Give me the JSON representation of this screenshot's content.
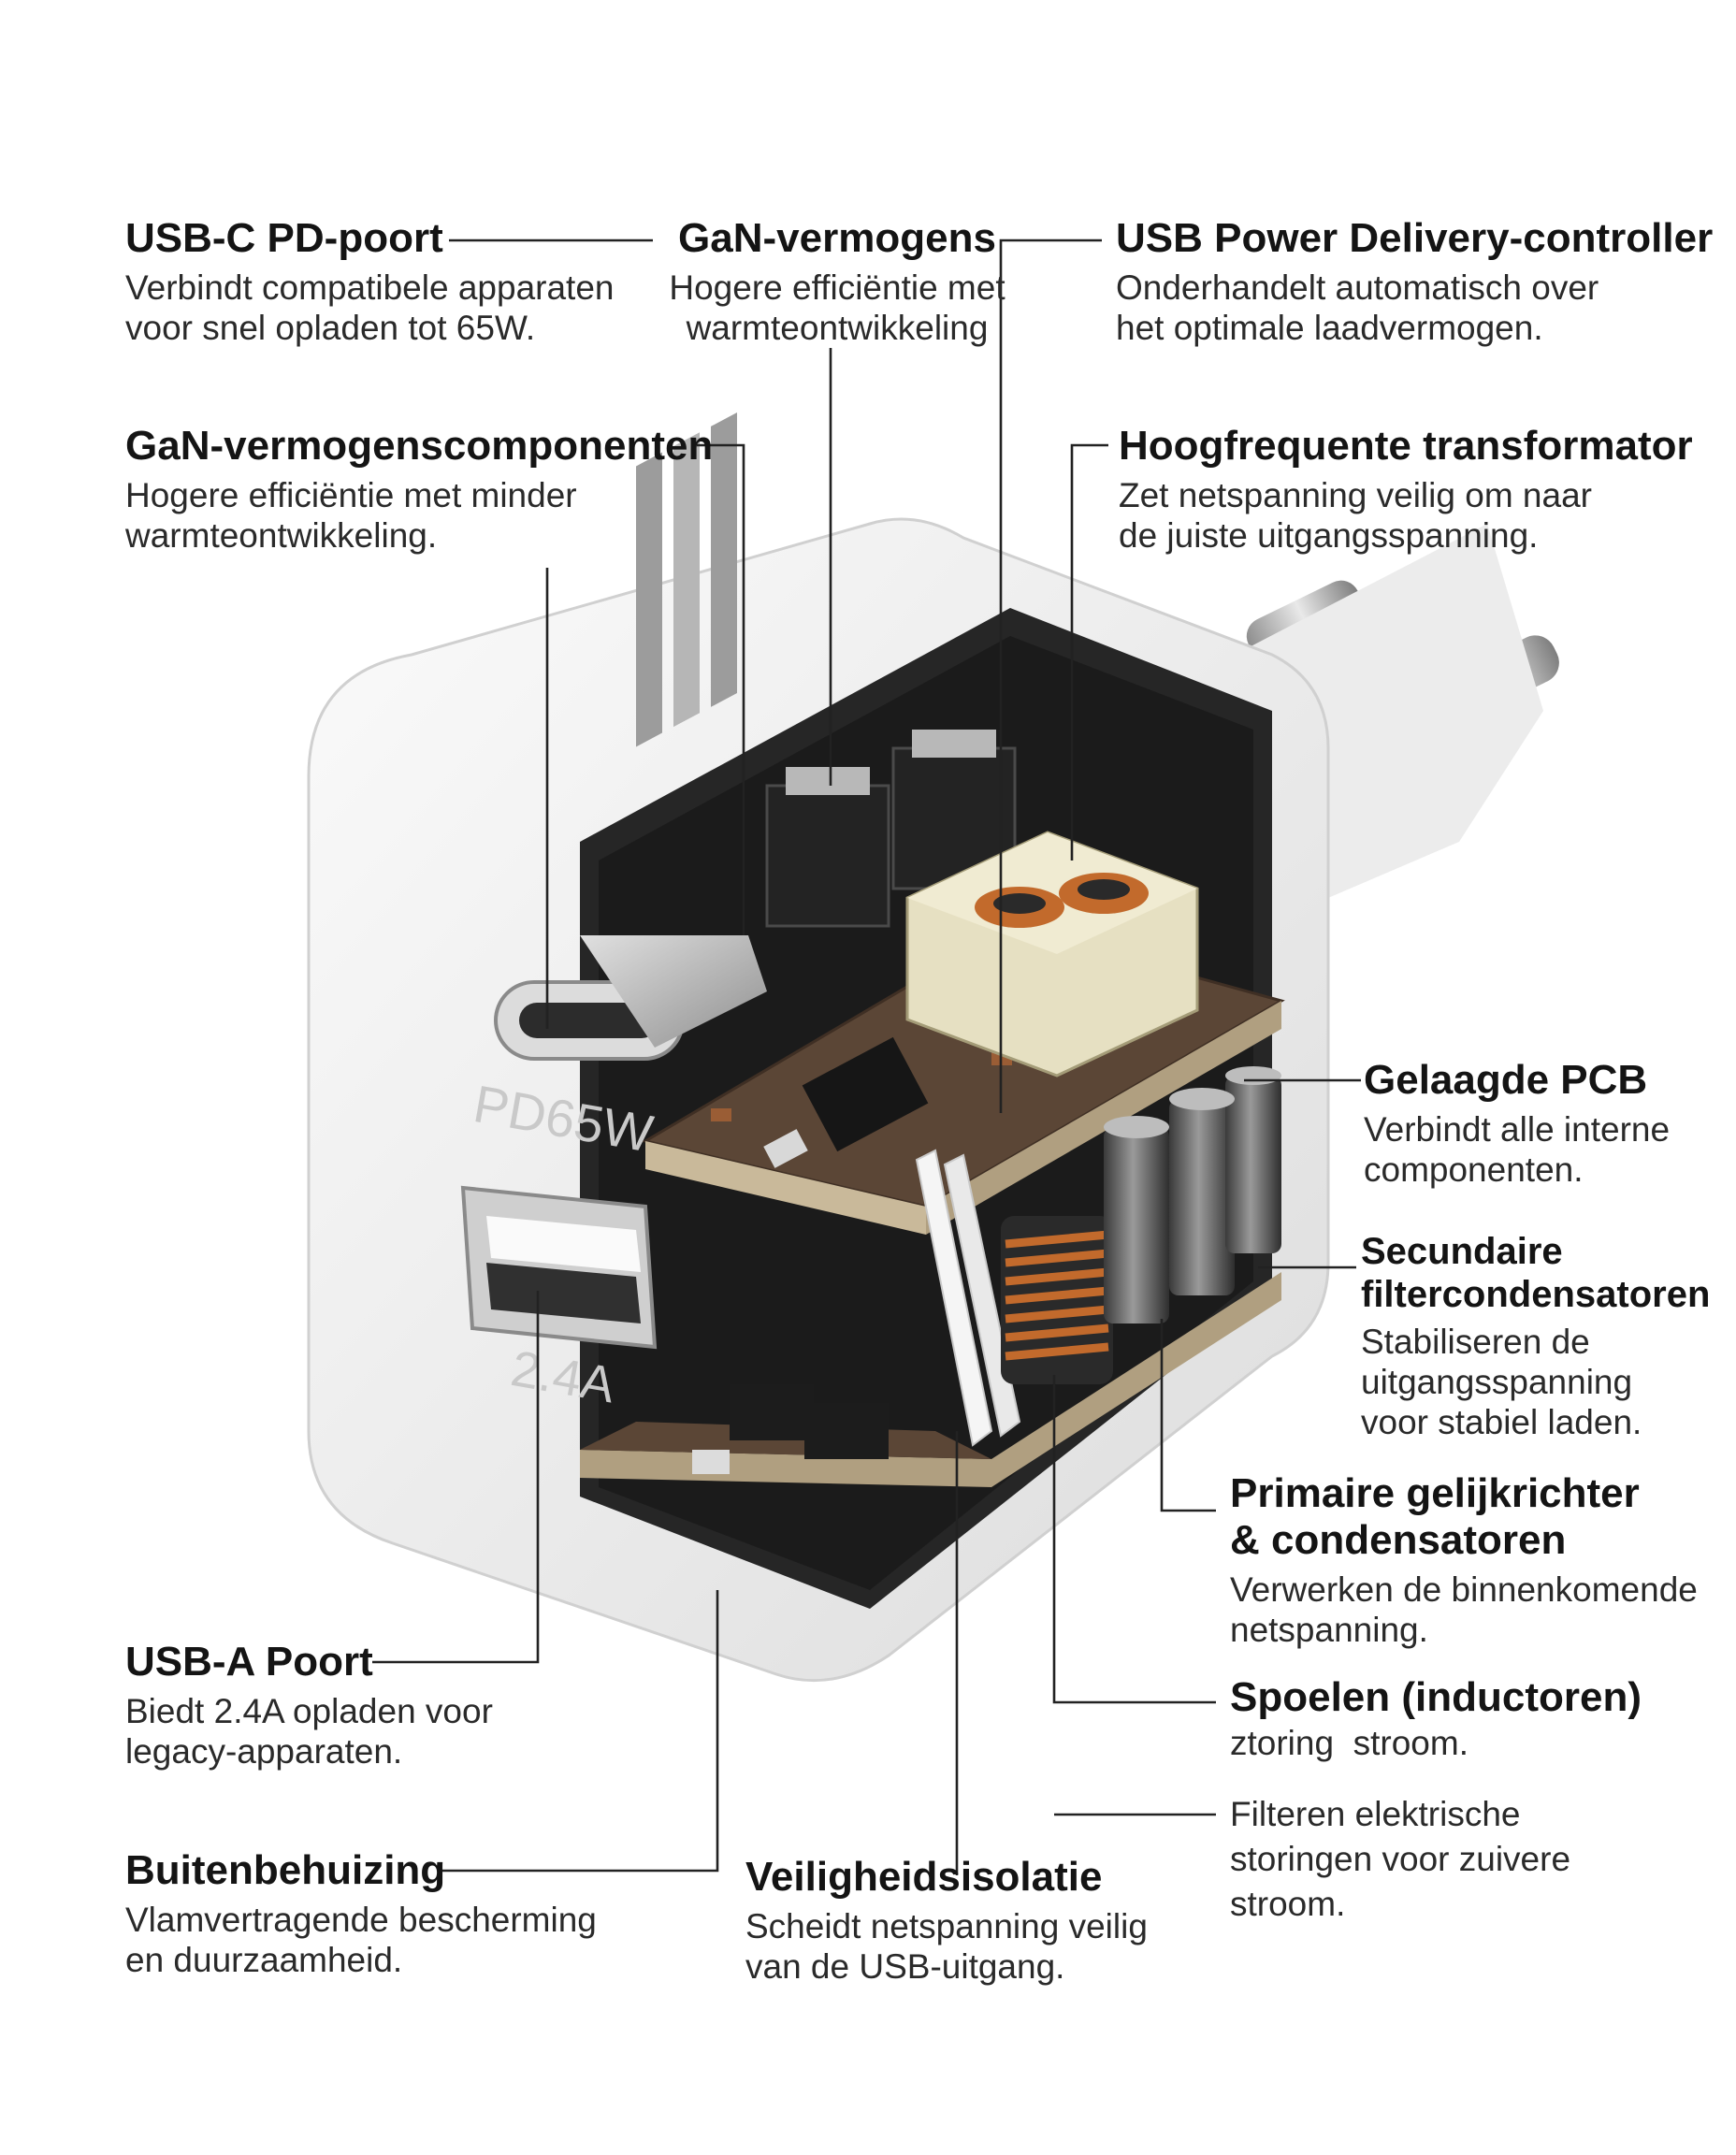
{
  "colors": {
    "housing": "#f1f1f1",
    "housing_shadow": "#cfcfcf",
    "interior": "#2a2a2a",
    "pcb": "#5b4636",
    "copper": "#c26a2c",
    "transformer": "#e6e0c2",
    "label_text": "#141414",
    "leader_line": "#222222"
  },
  "device": {
    "port_c_label": "PD65W",
    "port_a_label": "2.4A"
  },
  "callouts": {
    "usbc_port": {
      "title": "USB-C PD-poort",
      "desc": [
        "Verbindt compatibele apparaten",
        "voor snel opladen tot 65W."
      ]
    },
    "gan_short": {
      "title": "GaN-vermogens",
      "desc": [
        "Hogere efficiëntie met",
        "warmteontwikkeling"
      ]
    },
    "pd_controller": {
      "title": "USB Power Delivery-controller",
      "desc": [
        "Onderhandelt automatisch over",
        "het optimale laadvermogen."
      ]
    },
    "gan_components": {
      "title": "GaN-vermogenscomponenten",
      "desc": [
        "Hogere efficiëntie met minder",
        "warmteontwikkeling."
      ]
    },
    "transformer": {
      "title": "Hoogfrequente transformator",
      "desc": [
        "Zet netspanning veilig om naar",
        "de juiste uitgangsspanning."
      ]
    },
    "pcb": {
      "title": "Gelaagde PCB",
      "desc": [
        "Verbindt alle interne",
        "componenten."
      ]
    },
    "secondary_caps": {
      "title": [
        "Secundaire",
        "filtercondensatoren"
      ],
      "desc": [
        "Stabiliseren de",
        "uitgangsspanning",
        "voor stabiel laden."
      ]
    },
    "rectifier": {
      "title": [
        "Primaire gelijkrichter",
        "& condensatoren"
      ],
      "desc": [
        "Verwerken de binnenkomende",
        "netspanning."
      ]
    },
    "inductors": {
      "title": "Spoelen (inductoren)",
      "desc": [
        "ztoring  stroom."
      ]
    },
    "filter_note": {
      "desc": [
        "Filteren elektrische",
        "storingen voor zuivere",
        "stroom."
      ]
    },
    "usba_port": {
      "title": "USB-A Poort",
      "desc": [
        "Biedt 2.4A opladen voor",
        "legacy-apparaten."
      ]
    },
    "housing": {
      "title": "Buitenbehuizing",
      "desc": [
        "Vlamvertragende bescherming",
        "en duurzaamheid."
      ]
    },
    "insulation": {
      "title": "Veiligheidsisolatie",
      "desc": [
        "Scheidt netspanning veilig",
        "van de USB-uitgang."
      ]
    }
  }
}
